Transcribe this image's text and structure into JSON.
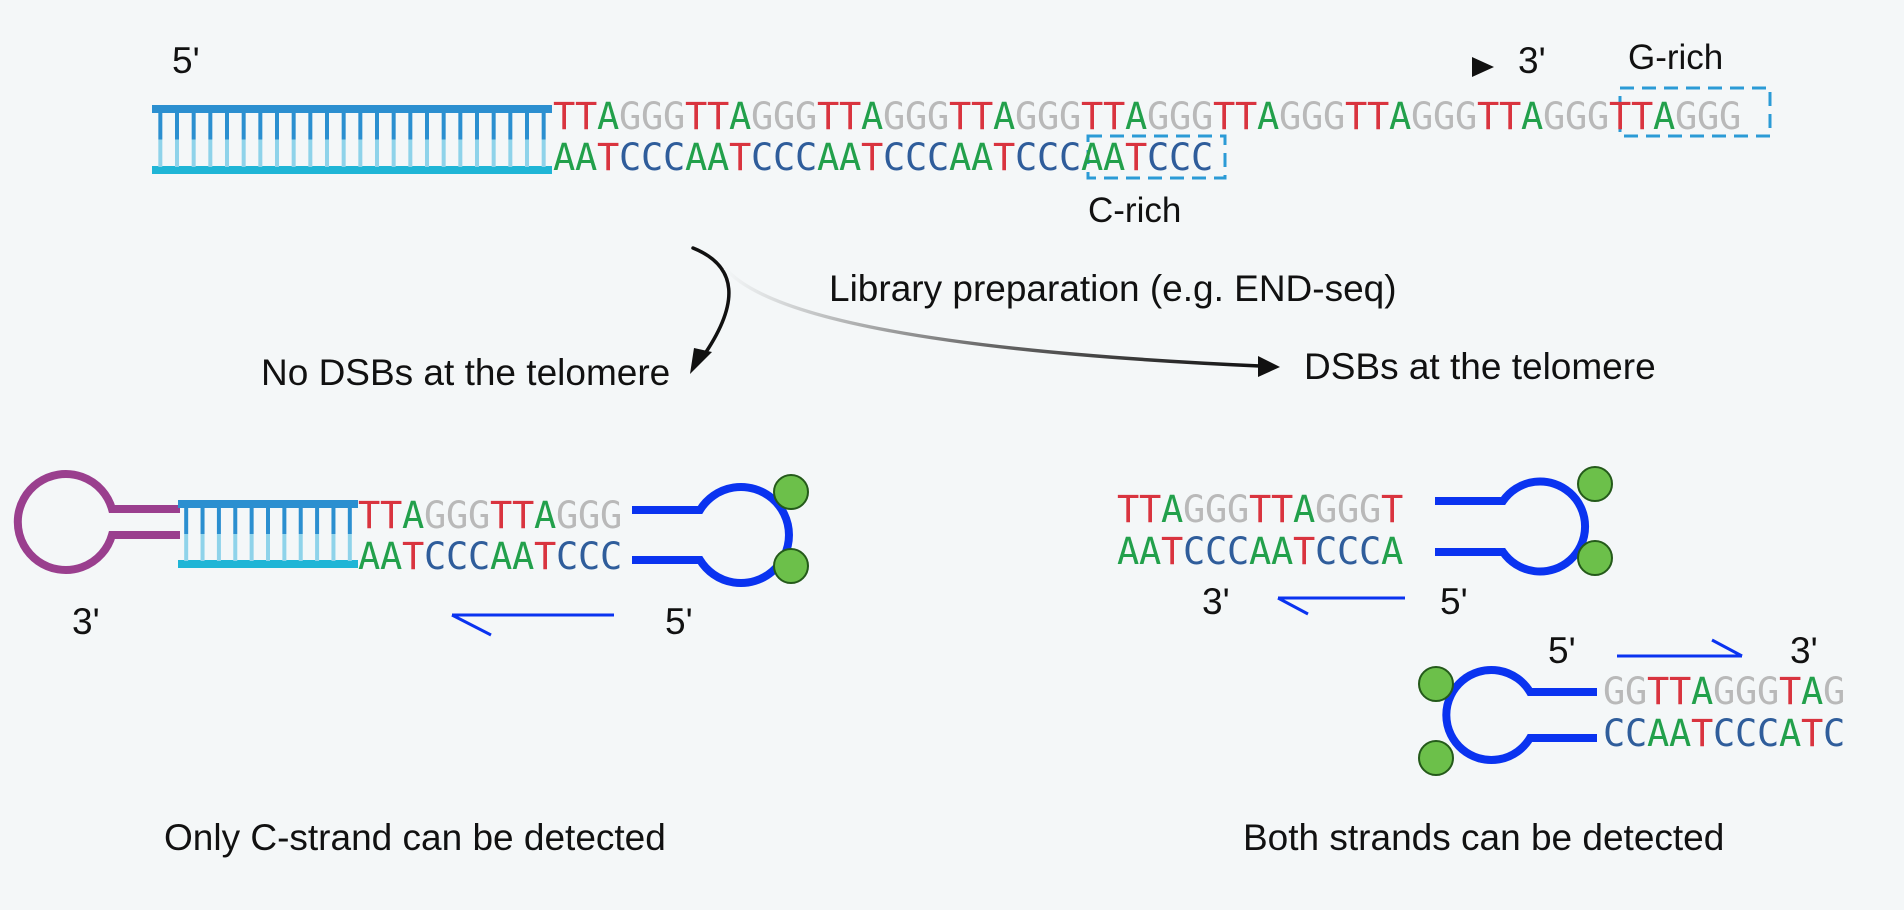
{
  "labels": {
    "top_5prime": "5'",
    "top_3prime": "3'",
    "g_rich": "G-rich",
    "c_rich": "C-rich",
    "library_prep": "Library preparation (e.g. END-seq)",
    "no_dsb": "No DSBs at the telomere",
    "dsb": "DSBs at the telomere",
    "left_3prime": "3'",
    "left_5prime": "5'",
    "right_upper_3prime": "3'",
    "right_upper_5prime": "5'",
    "right_lower_5prime": "5'",
    "right_lower_3prime": "3'",
    "caption_left": "Only C-strand can be detected",
    "caption_right": "Both strands can be detected"
  },
  "sequences": {
    "top_g_strand": "TTAGGGTTAGGGTTAGGGTTAGGGTTAGGGTTAGGGTTAGGGTTAGGGTTAGGG",
    "top_c_strand": "AATCCCAATCCCAATCCCAATCCCAATCCC",
    "left_top": "TTAGGGTTAGGG",
    "left_bottom": "AATCCCAATCCC",
    "right_a_top": "TTAGGGTTAGGGT",
    "right_a_bottom": "AATCCCAATCCCA",
    "right_b_top": "GGTTAGGGTAG",
    "right_b_bottom": "CCAATCCCATC"
  },
  "colors": {
    "T": "#d9343f",
    "A": "#22a04b",
    "G": "#b9b9b9",
    "C": "#2f5d9b",
    "duplex_dark": "#2b8fd0",
    "duplex_light": "#1fb5d6",
    "adapter": "#0a33f0",
    "hairpin": "#9a3f8e",
    "bead": "#6cc04a",
    "box": "#2b9bd6"
  }
}
